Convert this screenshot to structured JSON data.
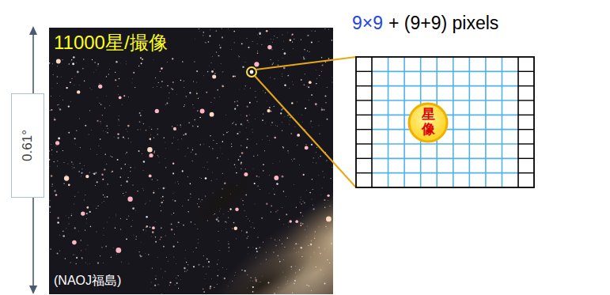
{
  "diagram": {
    "nodes": [
      {
        "text": [
          "11000星/撮像",
          "(NAOJ福島)"
        ]
      },
      {
        "text": [
          "0.61°"
        ]
      },
      {
        "text": [
          "星像"
        ]
      }
    ],
    "labels": [
      "9×9",
      "+ (9+9) pixels"
    ]
  }
}
